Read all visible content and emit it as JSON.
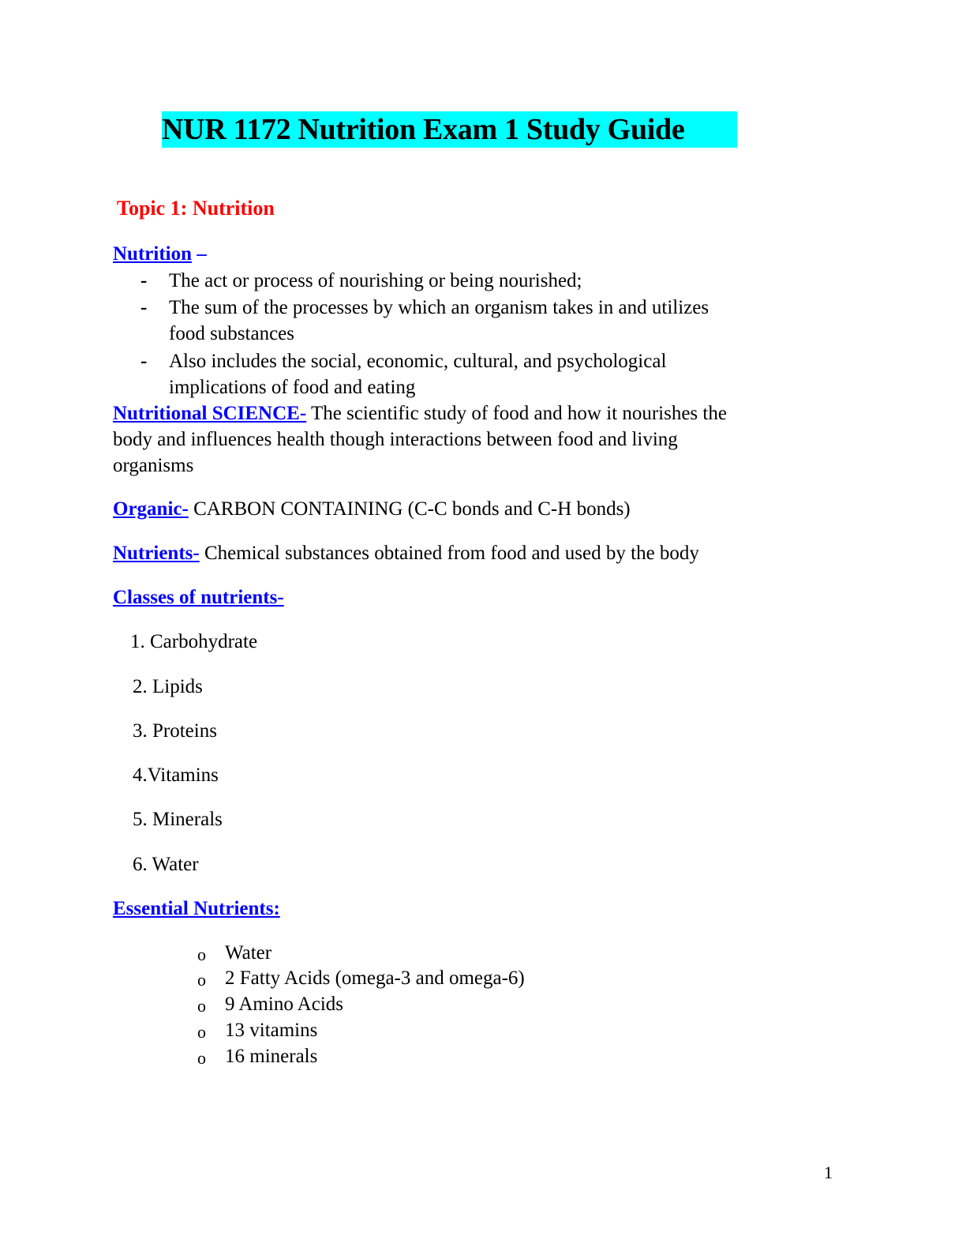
{
  "title": "NUR 1172 Nutrition Exam 1 Study Guide",
  "topic": "Topic 1: Nutrition",
  "nutrition": {
    "term": "Nutrition",
    "separator": " –",
    "bullet_icon": "-",
    "bullets": [
      [
        "The act or process of nourishing or being nourished;"
      ],
      [
        "The sum of the processes by which an organism takes in and utilizes",
        "food substances"
      ],
      [
        "Also includes the social, economic, cultural, and psychological",
        "implications of food and eating"
      ]
    ]
  },
  "nutritional_science": {
    "term": "Nutritional SCIENCE-",
    "lines": [
      " The scientific study of food and how it nourishes the",
      "body and influences health though interactions between food and living",
      "organisms"
    ]
  },
  "organic": {
    "term": "Organic-",
    "definition": " CARBON CONTAINING (C-C bonds and C-H bonds)"
  },
  "nutrients": {
    "term": "Nutrients-",
    "definition": " Chemical substances obtained from food and used by the body"
  },
  "classes": {
    "heading": "Classes of nutrients-",
    "items": [
      "1. Carbohydrate",
      "2. Lipids",
      "3. Proteins",
      "4.Vitamins",
      "5. Minerals",
      "6. Water"
    ]
  },
  "essential": {
    "heading": "Essential Nutrients:",
    "bullet_icon": "o",
    "items": [
      "Water",
      "2 Fatty Acids (omega-3 and omega-6)",
      "9 Amino Acids",
      "13 vitamins",
      "16 minerals"
    ]
  },
  "page_number": "1",
  "colors": {
    "title_highlight": "#00ffff",
    "topic": "#ff0000",
    "term": "#0000ff"
  }
}
